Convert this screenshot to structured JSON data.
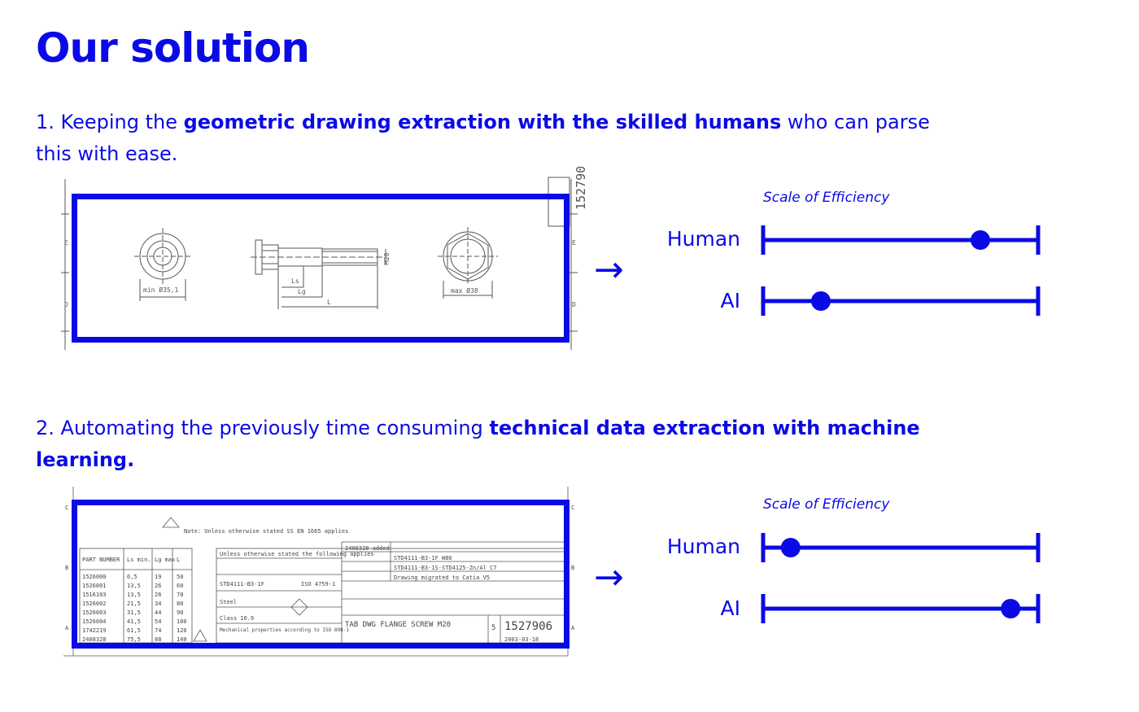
{
  "title": "Our solution",
  "point1": {
    "prefix": "1. Keeping the ",
    "bold": "geometric drawing extraction with the skilled humans",
    "suffix": " who can parse this with ease."
  },
  "point2": {
    "prefix": "2. Automating the previously time consuming ",
    "bold": "technical data extraction with machine learning."
  },
  "arrow_glyph": "→",
  "colors": {
    "accent": "#0a0ae6",
    "drawing_ink": "#444444"
  },
  "scale1": {
    "caption": "Scale of Efficiency",
    "rows": [
      {
        "label": "Human",
        "level": 0.79
      },
      {
        "label": "AI",
        "level": 0.21
      }
    ]
  },
  "scale2": {
    "caption": "Scale of Efficiency",
    "rows": [
      {
        "label": "Human",
        "level": 0.1
      },
      {
        "label": "AI",
        "level": 0.9
      }
    ]
  },
  "drawing1": {
    "dim_min": "min Ø35,1",
    "dim_ls": "Ls",
    "dim_lg": "Lg",
    "dim_l": "L",
    "dim_max": "max Ø38",
    "dim_thread": "M20",
    "frame_top": "152790",
    "row_e": "E",
    "row_d": "D"
  },
  "drawing2": {
    "note": "Note: Unless otherwise stated SS EN 1665 applies",
    "table_headers": [
      "PART NUMBER",
      "Ls min.",
      "Lg max",
      "L"
    ],
    "table_rows": [
      [
        "1526000",
        "6,5",
        "19",
        "50"
      ],
      [
        "1526001",
        "13,5",
        "26",
        "60"
      ],
      [
        "1516103",
        "13,5",
        "26",
        "70"
      ],
      [
        "1526002",
        "21,5",
        "34",
        "80"
      ],
      [
        "1526003",
        "31,5",
        "44",
        "90"
      ],
      [
        "1526004",
        "41,5",
        "54",
        "100"
      ],
      [
        "1742219",
        "61,5",
        "74",
        "120"
      ],
      [
        "2408328",
        "75,5",
        "88",
        "140"
      ]
    ],
    "tb_unless": "Unless otherwise stated the following applies",
    "tb_std": "STD4111-B3-1F",
    "tb_iso": "ISO 4759-1",
    "tb_steel": "Steel",
    "tb_class": "Class 10.9",
    "tb_mech": "Mechanical properties according to ISO 898-1",
    "tb_title": "TAB DWG FLANGE SCREW M20",
    "tb_sheet": "5",
    "tb_number": "1527906",
    "tb_date": "2003-03-18",
    "rev_added": "2408328 added",
    "rev_b3": "STD4111-B3-1F W86",
    "rev_b2": "STD4111-B3-1S-STD4125-Zn/Al C7",
    "rev_catia": "Drawing migrated to Catia V5",
    "row_b": "B",
    "row_a": "A",
    "row_c": "C"
  }
}
